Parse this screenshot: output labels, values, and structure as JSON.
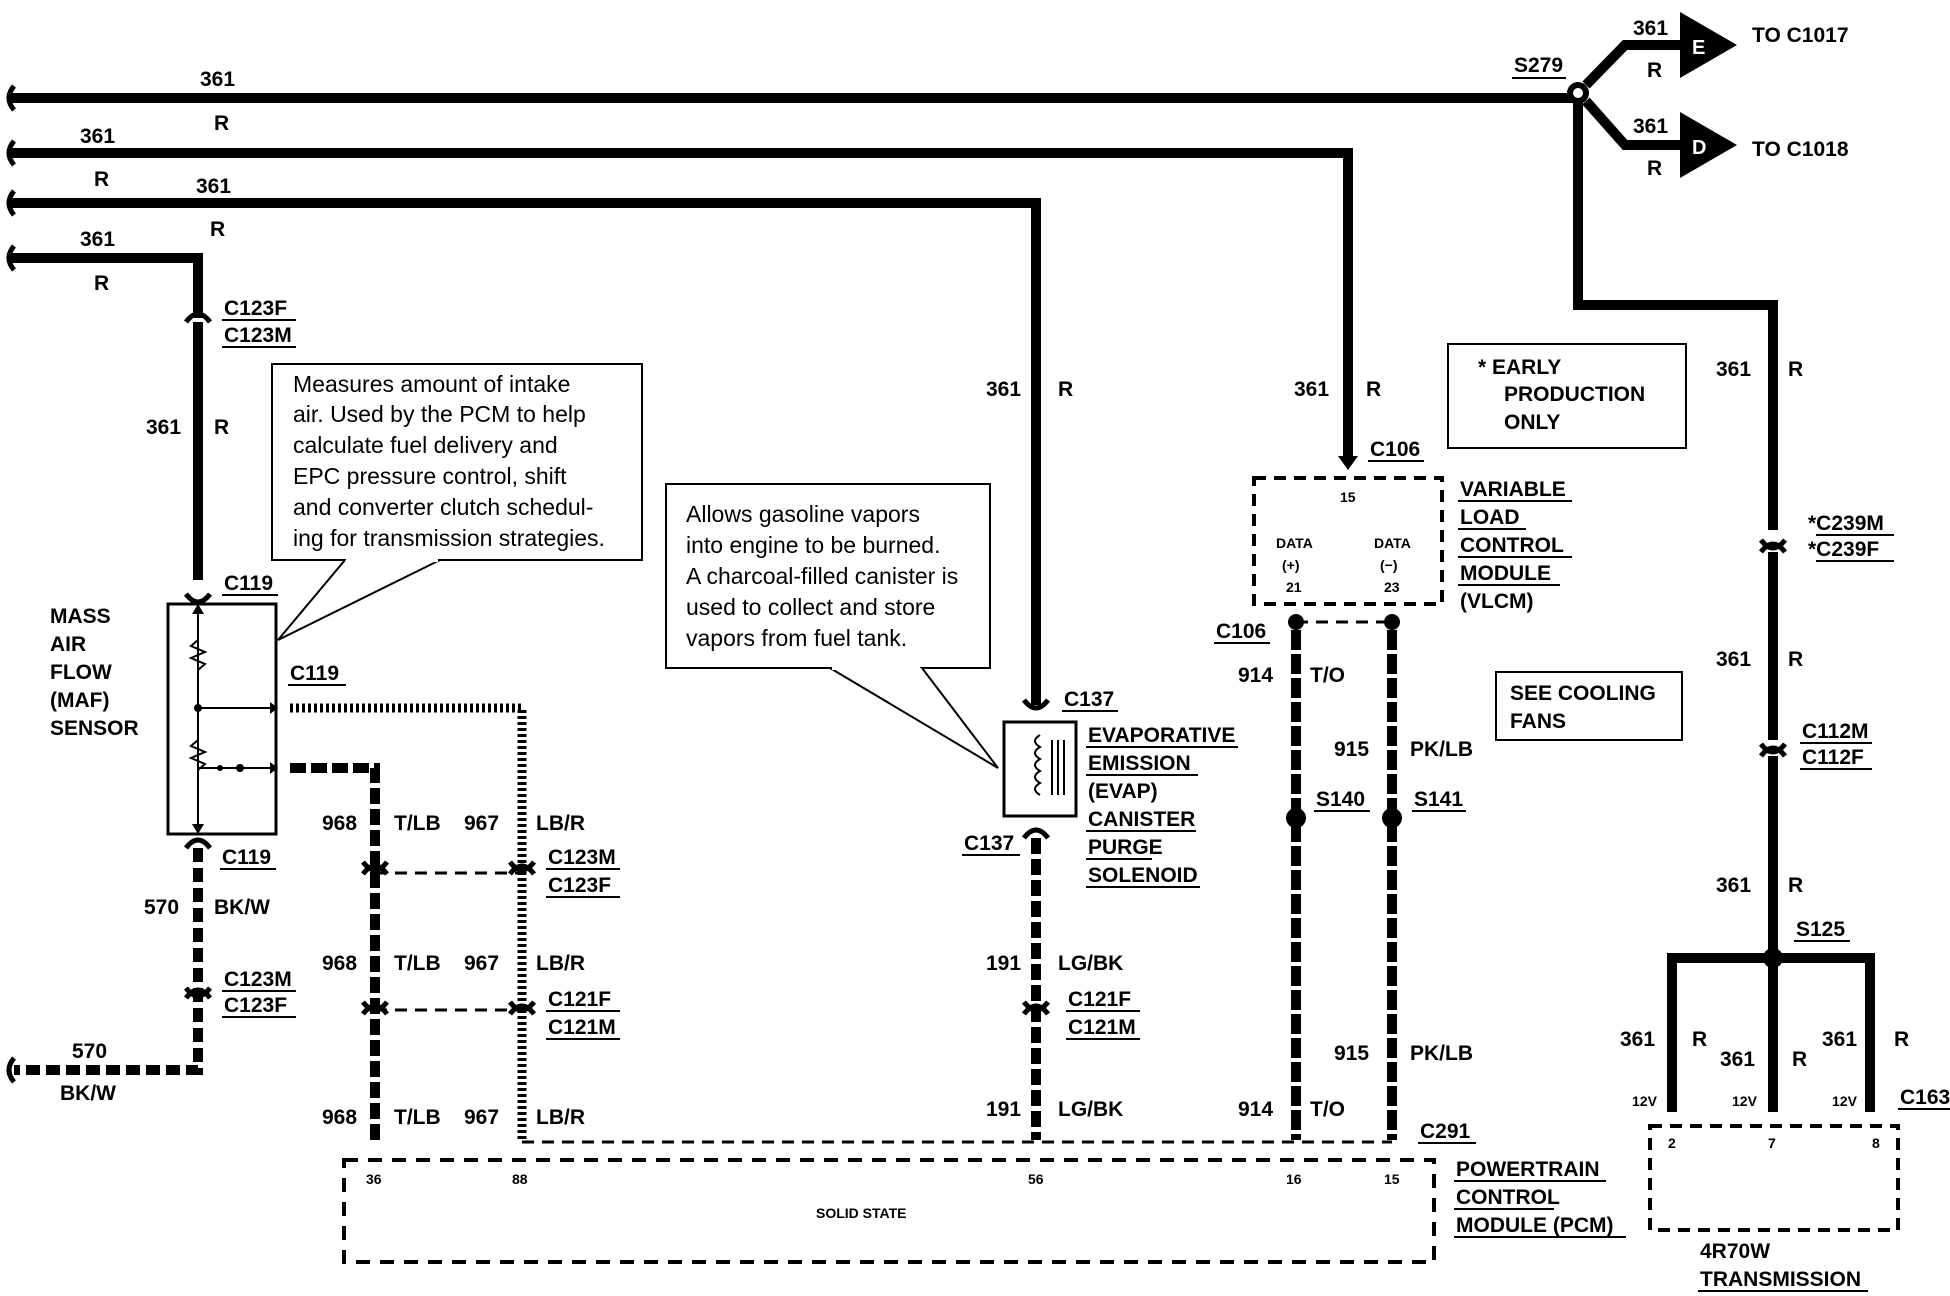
{
  "wires": {
    "c361": "361",
    "r": "R",
    "c968": "968",
    "tlb": "T/LB",
    "c967": "967",
    "lbr": "LB/R",
    "c570": "570",
    "bkw": "BK/W",
    "c191": "191",
    "lgbk": "LG/BK",
    "c914": "914",
    "to": "T/O",
    "c915": "915",
    "pklb": "PK/LB"
  },
  "connectors": {
    "c123f": "C123F",
    "c123m": "C123M",
    "c119": "C119",
    "c121f": "C121F",
    "c121m": "C121M",
    "c137": "C137",
    "c106": "C106",
    "c239m": "*C239M",
    "c239f": "*C239F",
    "c112m": "C112M",
    "c112f": "C112F",
    "c291": "C291",
    "c163": "C163",
    "s279": "S279",
    "s140": "S140",
    "s141": "S141",
    "s125": "S125",
    "to_c1017": "TO C1017",
    "to_c1018": "TO C1018",
    "letter_e": "E",
    "letter_d": "D"
  },
  "components": {
    "maf": [
      "MASS",
      "AIR",
      "FLOW",
      "(MAF)",
      "SENSOR"
    ],
    "evap": [
      "EVAPORATIVE",
      "EMISSION",
      "(EVAP)",
      "CANISTER",
      "PURGE",
      "SOLENOID"
    ],
    "vlcm": [
      "VARIABLE",
      "LOAD",
      "CONTROL",
      "MODULE",
      "(VLCM)"
    ],
    "vlcm_pins": {
      "p15": "15",
      "data": "DATA",
      "plus": "(+)",
      "minus": "(−)",
      "p21": "21",
      "p23": "23"
    },
    "pcm": [
      "POWERTRAIN",
      "CONTROL",
      "MODULE (PCM)"
    ],
    "pcm_solid": "SOLID STATE",
    "pcm_pins": [
      "36",
      "88",
      "56",
      "16",
      "15"
    ],
    "trans": [
      "4R70W",
      "TRANSMISSION"
    ],
    "trans_pins": [
      "2",
      "7",
      "8"
    ],
    "v12": "12V"
  },
  "notes": {
    "maf_note": [
      "Measures amount of intake",
      "air. Used by the PCM to help",
      "calculate fuel delivery and",
      "EPC pressure control, shift",
      "and converter clutch schedul-",
      "ing for transmission strategies."
    ],
    "evap_note": [
      "Allows gasoline vapors",
      "into engine to be burned.",
      "A charcoal-filled canister is",
      "used to collect and store",
      "vapors from fuel tank."
    ],
    "early": [
      "* EARLY",
      "PRODUCTION",
      "ONLY"
    ],
    "cooling": [
      "SEE COOLING",
      "FANS"
    ]
  }
}
